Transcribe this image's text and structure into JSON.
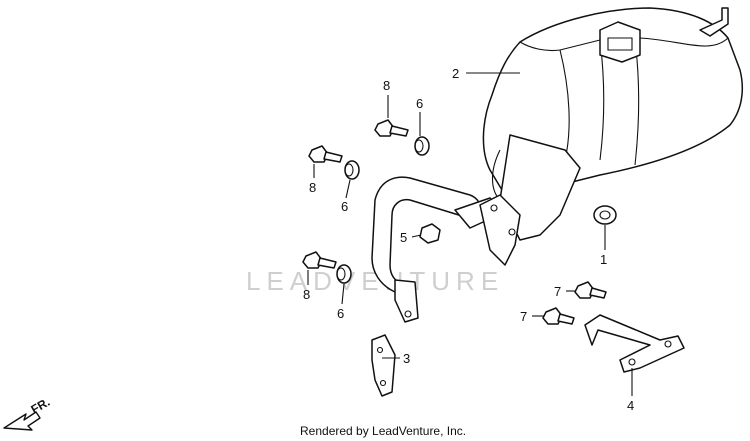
{
  "watermark": "LEADVENTURE",
  "credit": "Rendered by LeadVenture, Inc.",
  "direction_label": "FR.",
  "callouts": {
    "muffler": "2",
    "bolt_top": "8",
    "collar_top": "6",
    "bolt_mid": "8",
    "collar_mid": "6",
    "nut": "5",
    "gasket": "1",
    "bolt_low": "8",
    "collar_low": "6",
    "bolt_right_a": "7",
    "bolt_right_b": "7",
    "bracket_small": "3",
    "bracket_large": "4"
  }
}
